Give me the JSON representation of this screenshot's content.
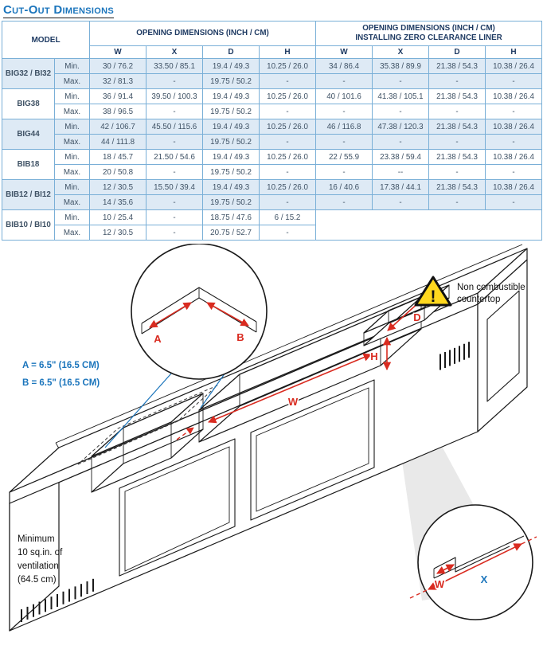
{
  "page": {
    "title": "Cut-Out Dimensions"
  },
  "table": {
    "model_header": "MODEL",
    "group_left": "OPENING DIMENSIONS (INCH / CM)",
    "group_right_line1": "OPENING DIMENSIONS (INCH / CM)",
    "group_right_line2": "INSTALLING ZERO CLEARANCE LINER",
    "sub_columns": [
      "W",
      "X",
      "D",
      "H",
      "W",
      "X",
      "D",
      "H"
    ],
    "row_labels": {
      "min": "Min.",
      "max": "Max."
    },
    "models": [
      {
        "name": "BIG32 / BI32",
        "shaded": true,
        "min": [
          "30 / 76.2",
          "33.50 / 85.1",
          "19.4 / 49.3",
          "10.25 / 26.0",
          "34 / 86.4",
          "35.38 / 89.9",
          "21.38 / 54.3",
          "10.38 / 26.4"
        ],
        "max": [
          "32 / 81.3",
          "-",
          "19.75 / 50.2",
          "-",
          "-",
          "-",
          "-",
          "-"
        ]
      },
      {
        "name": "BIG38",
        "shaded": false,
        "min": [
          "36 / 91.4",
          "39.50 / 100.3",
          "19.4 / 49.3",
          "10.25 / 26.0",
          "40 / 101.6",
          "41.38 / 105.1",
          "21.38 / 54.3",
          "10.38 / 26.4"
        ],
        "max": [
          "38 / 96.5",
          "-",
          "19.75 / 50.2",
          "-",
          "-",
          "-",
          "-",
          "-"
        ]
      },
      {
        "name": "BIG44",
        "shaded": true,
        "min": [
          "42 / 106.7",
          "45.50 / 115.6",
          "19.4 / 49.3",
          "10.25 / 26.0",
          "46 / 116.8",
          "47.38 / 120.3",
          "21.38 / 54.3",
          "10.38 / 26.4"
        ],
        "max": [
          "44 / 111.8",
          "-",
          "19.75 / 50.2",
          "-",
          "-",
          "-",
          "-",
          "-"
        ]
      },
      {
        "name": "BIB18",
        "shaded": false,
        "min": [
          "18 / 45.7",
          "21.50 / 54.6",
          "19.4 / 49.3",
          "10.25 / 26.0",
          "22 / 55.9",
          "23.38 / 59.4",
          "21.38 / 54.3",
          "10.38 / 26.4"
        ],
        "max": [
          "20 / 50.8",
          "-",
          "19.75 / 50.2",
          "-",
          "-",
          "--",
          "-",
          "-"
        ]
      },
      {
        "name": "BIB12 / BI12",
        "shaded": true,
        "min": [
          "12 / 30.5",
          "15.50 / 39.4",
          "19.4 / 49.3",
          "10.25 / 26.0",
          "16 / 40.6",
          "17.38 / 44.1",
          "21.38 / 54.3",
          "10.38 / 26.4"
        ],
        "max": [
          "14 / 35.6",
          "-",
          "19.75 / 50.2",
          "-",
          "-",
          "-",
          "-",
          "-"
        ]
      },
      {
        "name": "BIB10 / BI10",
        "shaded": false,
        "min": [
          "10 / 25.4",
          "-",
          "18.75 / 47.6",
          "6 / 15.2",
          "",
          "",
          "",
          ""
        ],
        "max": [
          "12 / 30.5",
          "-",
          "20.75 / 52.7",
          "-",
          "",
          "",
          "",
          ""
        ]
      }
    ]
  },
  "diagram": {
    "dim_a": "A = 6.5\" (16.5 CM)",
    "dim_b": "B = 6.5\" (16.5 CM)",
    "warning_symbol": "!",
    "warning_line1": "Non combustible",
    "warning_line2": "countertop",
    "vent_note": [
      "Minimum",
      "10 sq.in. of",
      "ventilation",
      "(64.5 cm)"
    ],
    "labels": {
      "a": "A",
      "b": "B",
      "d": "D",
      "h": "H",
      "w": "W",
      "detail_w": "W",
      "detail_x": "X"
    },
    "colors": {
      "dimension_red": "#D92B20",
      "callout_blue": "#1B75BC",
      "warning_yellow": "#FFD81E"
    }
  },
  "colors": {
    "title_blue": "#1B75BC",
    "header_navy": "#1F3B63",
    "table_border": "#79AFD7",
    "row_shaded": "#DEEAF5",
    "cell_text": "#3F5265"
  }
}
